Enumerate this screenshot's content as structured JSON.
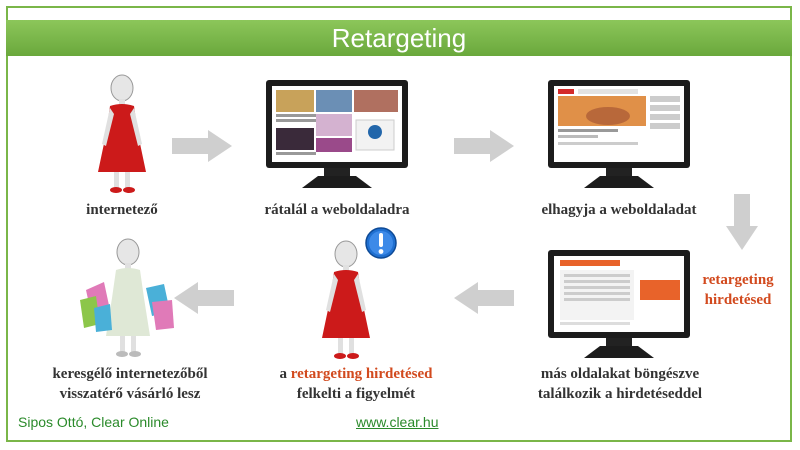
{
  "title": "Retargeting",
  "steps": {
    "s1": "internetező",
    "s2": "rátalál a weboldaladra",
    "s3": "elhagyja a weboldaladat",
    "s4_line1": "retargeting",
    "s4_line2": "hirdetésed",
    "s5_line1": "más oldalakat böngészve",
    "s5_line2": "találkozik a hirdetéseddel",
    "s6_line1_prefix": "a ",
    "s6_line1_red": "retargeting hirdetésed",
    "s6_line2": "felkelti a figyelmét",
    "s7_line1": "keresgélő internetezőből",
    "s7_line2": "visszatérő vásárló lesz"
  },
  "footer": {
    "author": "Sipos Ottó, Clear Online",
    "url": "www.clear.hu"
  },
  "colors": {
    "accent": "#7ab648",
    "highlight": "#d24a1e",
    "ad": "#e8632a"
  },
  "icons": [
    "person-figure-red-dress",
    "monitor-news-site",
    "monitor-video-site",
    "monitor-ad-page",
    "shopper-figure-bags",
    "exclamation-icon",
    "arrow-right",
    "arrow-down",
    "arrow-left"
  ]
}
